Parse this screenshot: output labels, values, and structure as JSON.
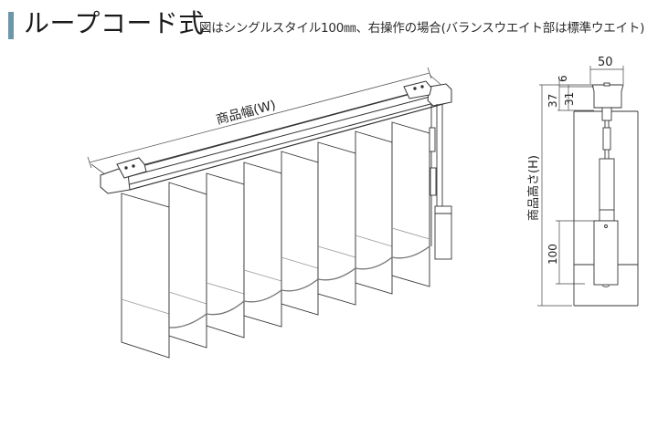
{
  "header": {
    "title": "ループコード式",
    "subtitle": "図はシングルスタイル100㎜、右操作の場合(バランスウエイト部は標準ウエイト)",
    "accent_color": "#6c96aa"
  },
  "perspective_view": {
    "width_label": "商品幅(W)",
    "slat_count": 8,
    "operation_side": "right"
  },
  "side_view": {
    "height_label": "商品高さ(H)",
    "dimensions": {
      "headrail_width": "50",
      "top_clearance": "6",
      "headrail_height_total": "37",
      "headrail_height": "31",
      "weight_height": "100"
    }
  }
}
